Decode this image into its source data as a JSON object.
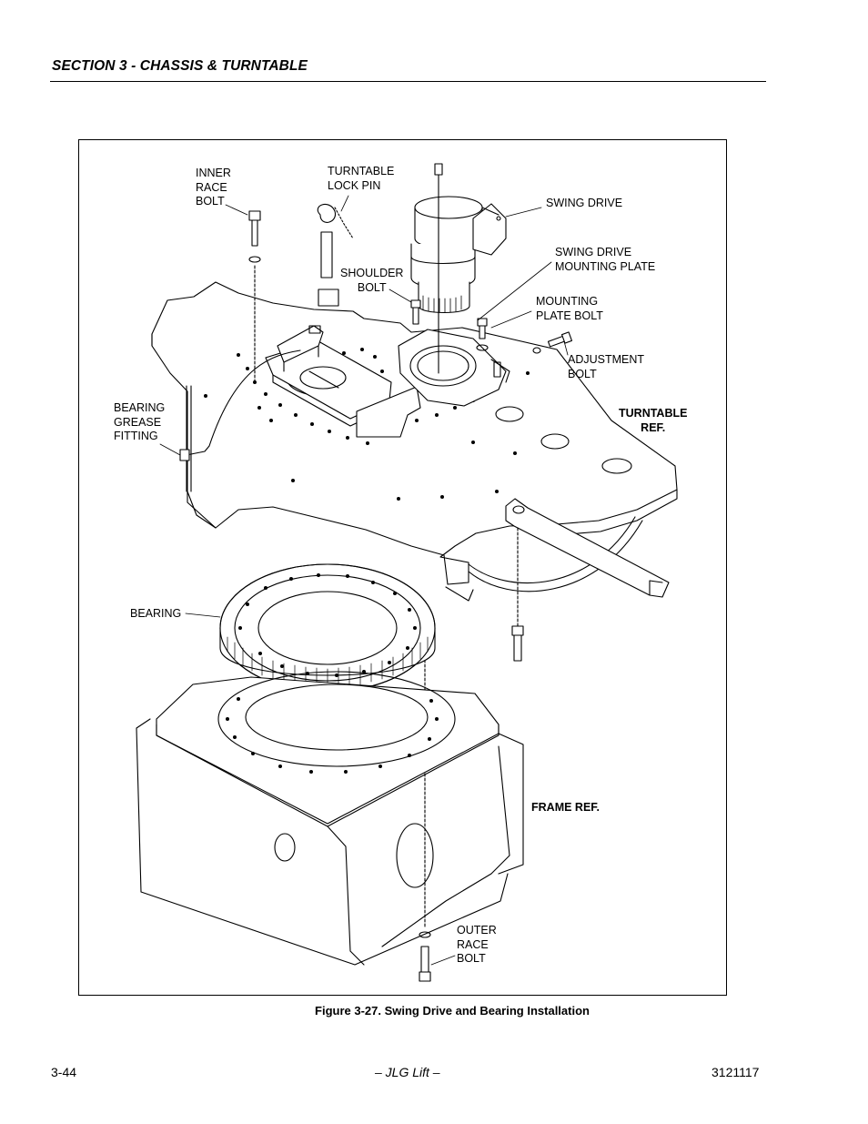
{
  "header": {
    "section_title": "SECTION 3 - CHASSIS & TURNTABLE"
  },
  "figure": {
    "caption": "Figure 3-27.  Swing Drive and Bearing Installation",
    "labels": {
      "inner_race_bolt": "INNER\nRACE\nBOLT",
      "turntable_lock_pin": "TURNTABLE\nLOCK PIN",
      "swing_drive": "SWING DRIVE",
      "swing_drive_mounting_plate": "SWING DRIVE\nMOUNTING PLATE",
      "shoulder_bolt": "SHOULDER\nBOLT",
      "mounting_plate_bolt": "MOUNTING\nPLATE BOLT",
      "adjustment_bolt": "ADJUSTMENT\nBOLT",
      "bearing_grease_fitting": "BEARING\nGREASE\nFITTING",
      "turntable_ref": "TURNTABLE\nREF.",
      "bearing": "BEARING",
      "frame_ref": "FRAME REF.",
      "outer_race_bolt": "OUTER\nRACE\nBOLT"
    }
  },
  "footer": {
    "page_number": "3-44",
    "center_text": "– JLG Lift –",
    "doc_number": "3121117"
  }
}
